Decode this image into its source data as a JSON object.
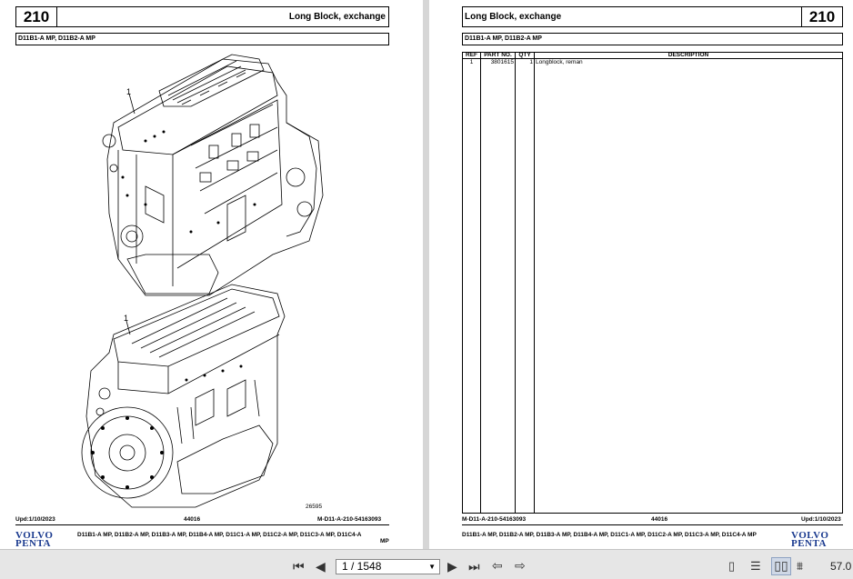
{
  "left_page": {
    "page_number": "210",
    "title": "Long Block, exchange",
    "models": "D11B1-A MP, D11B2-A MP",
    "callout_top": "1",
    "callout_bottom": "1",
    "illustration_number": "26595",
    "footer": {
      "date": "Upd:1/10/2023",
      "code": "44016",
      "doc_id": "M-D11-A-210-54163093",
      "models": "D11B1-A MP, D11B2-A MP, D11B3-A MP, D11B4-A MP, D11C1-A MP, D11C2-A MP, D11C3-A MP, D11C4-A",
      "models_tail": "MP"
    },
    "logo_top": "VOLVO",
    "logo_bottom": "PENTA"
  },
  "right_page": {
    "page_number": "210",
    "title": "Long Block, exchange",
    "models": "D11B1-A MP, D11B2-A MP",
    "table": {
      "headers": [
        "REF",
        "PART NO.",
        "QTY",
        "DESCRIPTION"
      ],
      "rows": [
        {
          "ref": "1",
          "part_no": "3801615",
          "qty": "1",
          "description": "Longblock, reman"
        }
      ]
    },
    "footer": {
      "doc_id": "M-D11-A-210-54163093",
      "code": "44016",
      "date": "Upd:1/10/2023",
      "models": "D11B1-A MP, D11B2-A MP, D11B3-A MP, D11B4-A MP, D11C1-A MP, D11C2-A MP, D11C3-A MP, D11C4-A MP"
    },
    "logo_top": "VOLVO",
    "logo_bottom": "PENTA"
  },
  "toolbar": {
    "page_indicator": "1 / 1548",
    "zoom": "57.0",
    "icons": [
      "first-page-icon",
      "prev-page-icon",
      "next-page-icon",
      "last-page-icon",
      "back-view-icon",
      "forward-view-icon",
      "single-page-icon",
      "continuous-icon",
      "two-page-icon",
      "two-page-continuous-icon"
    ]
  }
}
